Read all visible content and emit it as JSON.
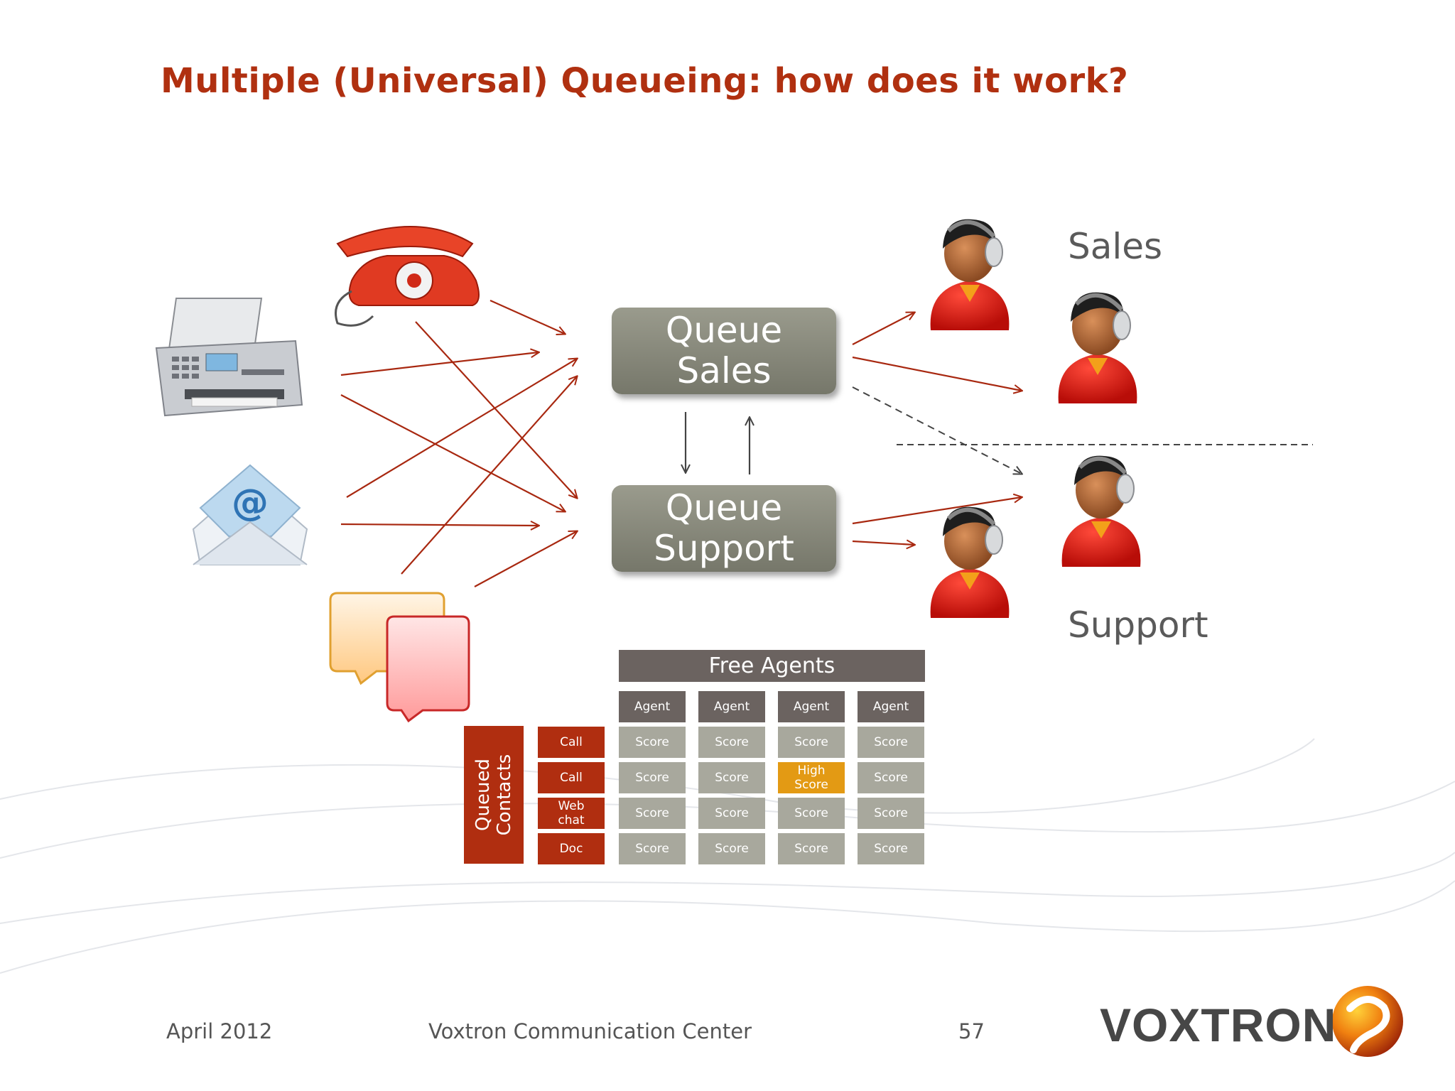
{
  "title": "Multiple (Universal) Queueing: how does it work?",
  "queues": [
    {
      "line1": "Queue",
      "line2": "Sales"
    },
    {
      "line1": "Queue",
      "line2": "Support"
    }
  ],
  "groups": {
    "sales": "Sales",
    "support": "Support"
  },
  "free_agents": "Free Agents",
  "agent_headers": [
    "Agent",
    "Agent",
    "Agent",
    "Agent"
  ],
  "queued_contacts": {
    "line1": "Queued",
    "line2": "Contacts"
  },
  "contacts": [
    {
      "label": "Call"
    },
    {
      "label": "Call"
    },
    {
      "label1": "Web",
      "label2": "chat"
    },
    {
      "label": "Doc"
    }
  ],
  "score_rows": [
    [
      "Score",
      "Score",
      "Score",
      "Score"
    ],
    [
      "Score",
      "Score",
      "High Score",
      "Score"
    ],
    [
      "Score",
      "Score",
      "Score",
      "Score"
    ],
    [
      "Score",
      "Score",
      "Score",
      "Score"
    ]
  ],
  "footer": {
    "date": "April 2012",
    "product": "Voxtron Communication Center",
    "page": "57"
  },
  "logo": "VOXTRON",
  "colors": {
    "title": "#b03010",
    "arrow": "#a82810",
    "queue": "#86877a",
    "contact": "#b02e10",
    "high_score": "#e39a14"
  }
}
